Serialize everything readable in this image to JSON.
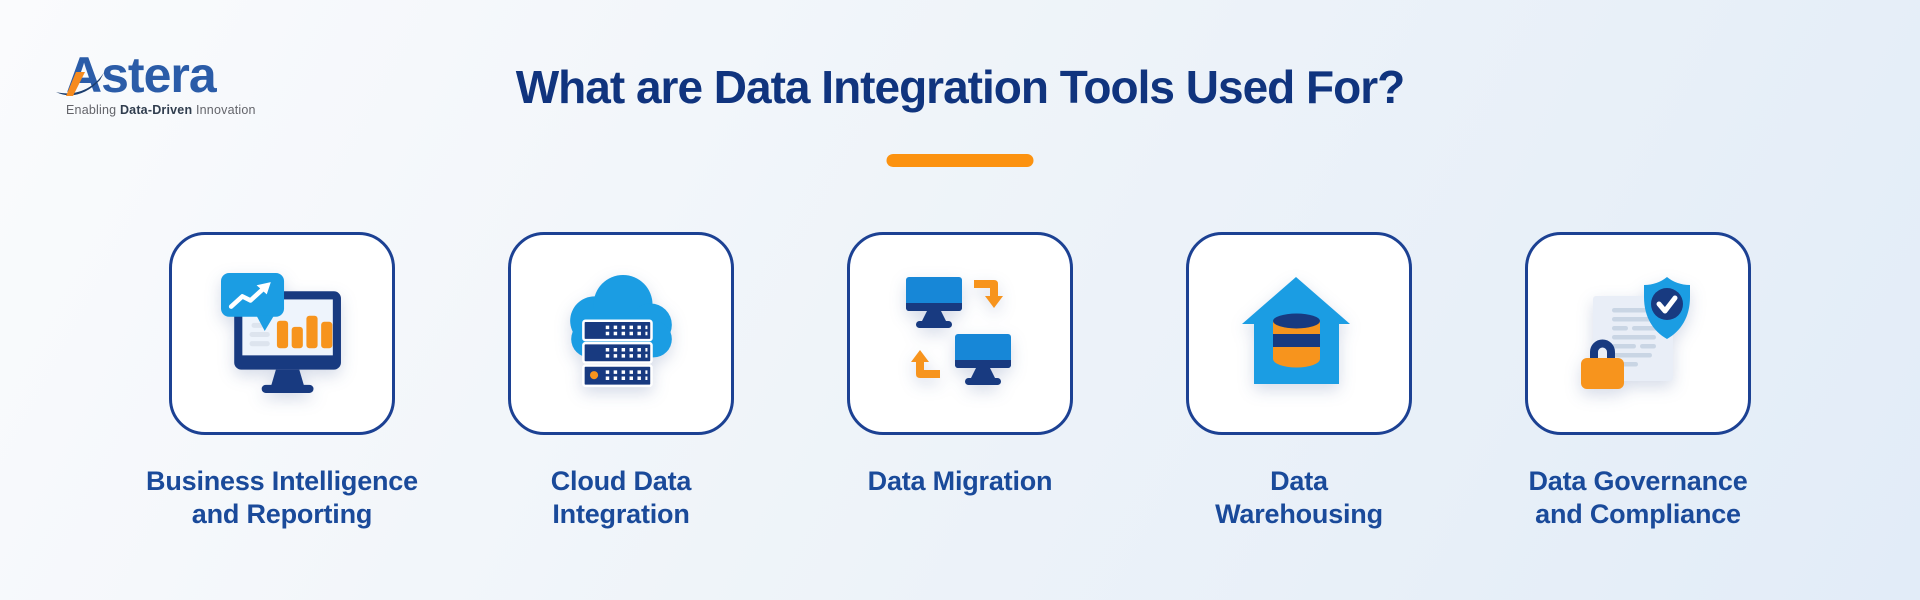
{
  "header": {
    "title": "What are Data Integration Tools Used For?"
  },
  "logo": {
    "brand": "Astera",
    "tagline_prefix": "Enabling ",
    "tagline_bold": "Data-Driven",
    "tagline_suffix": " Innovation"
  },
  "cards": [
    {
      "label": "Business Intelligence and Reporting",
      "lines": [
        "Business Intelligence",
        "and Reporting"
      ],
      "icon": "bi-reporting-icon"
    },
    {
      "label": "Cloud Data Integration",
      "lines": [
        "Cloud Data",
        "Integration"
      ],
      "icon": "cloud-data-integration-icon"
    },
    {
      "label": "Data Migration",
      "lines": [
        "Data Migration"
      ],
      "icon": "data-migration-icon"
    },
    {
      "label": "Data Warehousing",
      "lines": [
        "Data",
        "Warehousing"
      ],
      "icon": "data-warehousing-icon"
    },
    {
      "label": "Data Governance and Compliance",
      "lines": [
        "Data Governance",
        "and Compliance"
      ],
      "icon": "data-governance-icon"
    }
  ],
  "theme": {
    "title-navy": "#10347e",
    "label-navy": "#1a4a9a",
    "card-border": "#1c4193",
    "card-bg": "#ffffff",
    "icon-navy": "#183a80",
    "blue": "#1b9de3",
    "blue-deep": "#1787d7",
    "orange": "#f7941d",
    "underline-orange": "#fc9210",
    "logo-blue": "#2b5ca8",
    "logo-navy": "#1b3e6f",
    "logo-orange": "#f68b1f",
    "tagline-gray": "#63646a",
    "tagline-dark": "#303d4e",
    "doc": "#e9eef7",
    "doc-line": "#c9d5e4",
    "screen": "#eef4fc",
    "gray-line": "#dde4ee",
    "bg-start": "#fafbfd",
    "bg-end": "#e2ecf8"
  }
}
